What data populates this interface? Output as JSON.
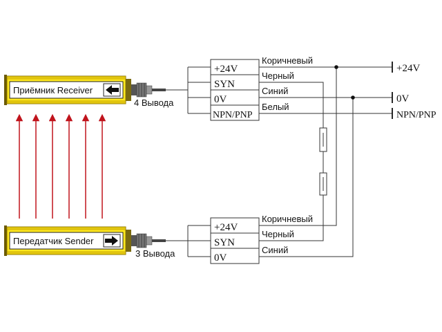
{
  "receiver": {
    "label": "Приёмник Receiver",
    "wire_count_label": "4 Вывода",
    "terminals": [
      "+24V",
      "SYN",
      "0V",
      "NPN/PNP"
    ],
    "wire_colors": [
      "Коричневый",
      "Черный",
      "Синий",
      "Белый"
    ]
  },
  "sender": {
    "label": "Передатчик Sender",
    "wire_count_label": "3 Вывода",
    "terminals": [
      "+24V",
      "SYN",
      "0V"
    ],
    "wire_colors": [
      "Коричнeвый",
      "Черный",
      "Синий"
    ]
  },
  "outputs": [
    "+24V",
    "0V",
    "NPN/PNP"
  ],
  "colors": {
    "bar_fill": "#ffe81f",
    "bar_edge": "#8a7400",
    "beam": "#c0141c",
    "wire": "#333333",
    "text": "#111111"
  },
  "icons": {
    "receiver_arrow": "arrow-left-icon",
    "sender_arrow": "arrow-right-icon"
  }
}
